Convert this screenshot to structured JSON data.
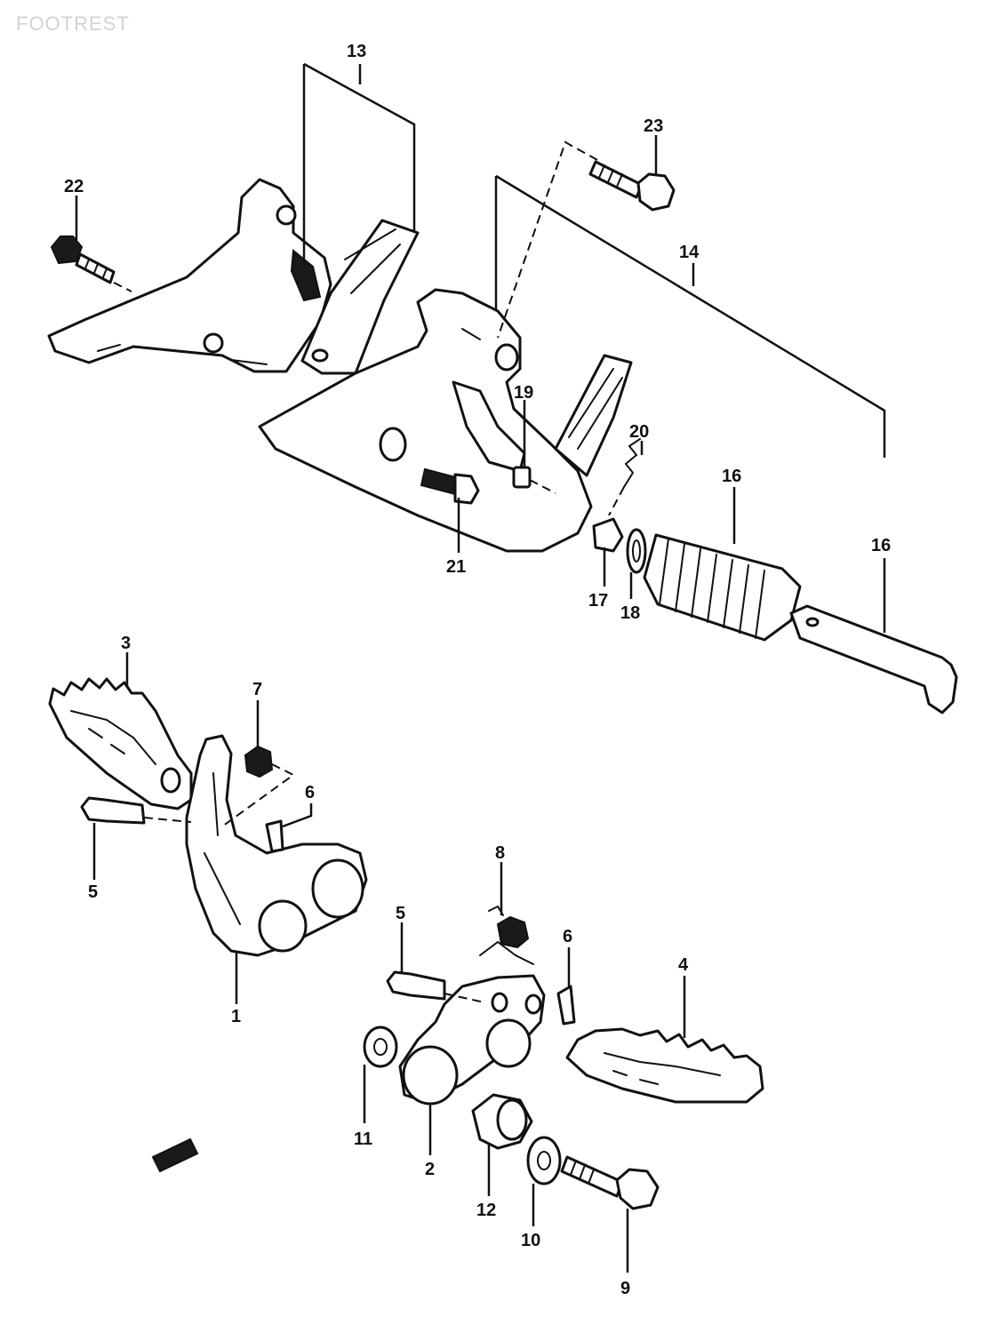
{
  "title": "FOOTREST",
  "labels": {
    "l1": "1",
    "l2": "2",
    "l3": "3",
    "l4": "4",
    "l5a": "5",
    "l5b": "5",
    "l6a": "6",
    "l6b": "6",
    "l7": "7",
    "l8": "8",
    "l9": "9",
    "l10": "10",
    "l11": "11",
    "l12": "12",
    "l13": "13",
    "l14": "14",
    "l16a": "16",
    "l16b": "16",
    "l17": "17",
    "l18": "18",
    "l19": "19",
    "l20": "20",
    "l21": "21",
    "l22": "22",
    "l23": "23"
  }
}
